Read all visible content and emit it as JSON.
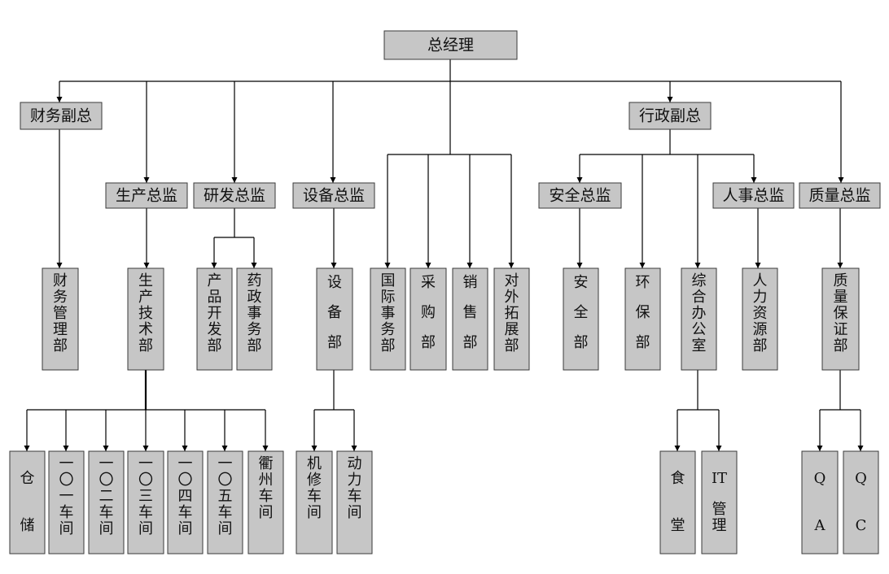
{
  "org_chart": {
    "root": "总经理",
    "deputies": {
      "finance": "财务副总",
      "admin": "行政副总"
    },
    "directors": {
      "production": "生产总监",
      "rnd": "研发总监",
      "equipment": "设备总监",
      "safety": "安全总监",
      "hr": "人事总监",
      "quality": "质量总监"
    },
    "departments": {
      "finance_mgmt": "财务管理部",
      "prod_tech": "生产技术部",
      "product_dev": "产品开发部",
      "pharma_affairs": "药政事务部",
      "equipment": "设备部",
      "intl_affairs": "国际事务部",
      "purchasing": "采购部",
      "sales": "销售部",
      "expansion": "对外拓展部",
      "safety": "安全部",
      "env": "环保部",
      "general_office": "综合办公室",
      "hr": "人力资源部",
      "qa_dept": "质量保证部"
    },
    "units": {
      "warehouse": "仓储",
      "ws101": "一〇一车间",
      "ws102": "一〇二车间",
      "ws103": "一〇三车间",
      "ws104": "一〇四车间",
      "ws105": "一〇五车间",
      "quzhou": "衢州车间",
      "repair": "机修车间",
      "power": "动力车间",
      "canteen": "食堂",
      "it": "IT管理",
      "qa": "QA",
      "qc": "QC"
    },
    "colors": {
      "box_fill": "#c6c6c6",
      "box_border": "#3a3a3a",
      "line": "#000000"
    }
  }
}
